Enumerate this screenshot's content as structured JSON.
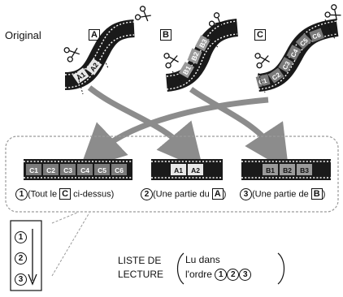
{
  "original_label": "Original",
  "tapes": [
    {
      "letter": "A",
      "clips": [
        "A1",
        "A2"
      ]
    },
    {
      "letter": "B",
      "clips": [
        "B1",
        "B2",
        "B3"
      ]
    },
    {
      "letter": "C",
      "clips": [
        "C1",
        "C2",
        "C3",
        "C4",
        "C5",
        "C6"
      ]
    }
  ],
  "playlist_strips": [
    {
      "clips": [
        "C1",
        "C2",
        "C3",
        "C4",
        "C5",
        "C6"
      ]
    },
    {
      "clips": [
        "A1",
        "A2"
      ]
    },
    {
      "clips": [
        "B1",
        "B2",
        "B3"
      ]
    }
  ],
  "captions": [
    {
      "num": "1",
      "pre": "(Tout le ",
      "box": "C",
      "post": " ci-dessus)"
    },
    {
      "num": "2",
      "pre": "(Une partie du ",
      "box": "A",
      "post": ")"
    },
    {
      "num": "3",
      "pre": "(Une partie de ",
      "box": "B",
      "post": ")"
    }
  ],
  "order_numbers": [
    "1",
    "2",
    "3"
  ],
  "list_label_line1": "LISTE DE",
  "list_label_line2": "LECTURE",
  "read_order_line1": "Lu dans",
  "read_order_line2": "l'ordre",
  "read_order_nums": [
    "1",
    "2",
    "3"
  ],
  "colors": {
    "film": "#1a1a1a",
    "film_light": "#bdbdbd",
    "clip_dark": "#555555",
    "clip_mid": "#8a8a8a",
    "arrow": "#8c8c8c",
    "dashed": "#9a9a9a"
  }
}
